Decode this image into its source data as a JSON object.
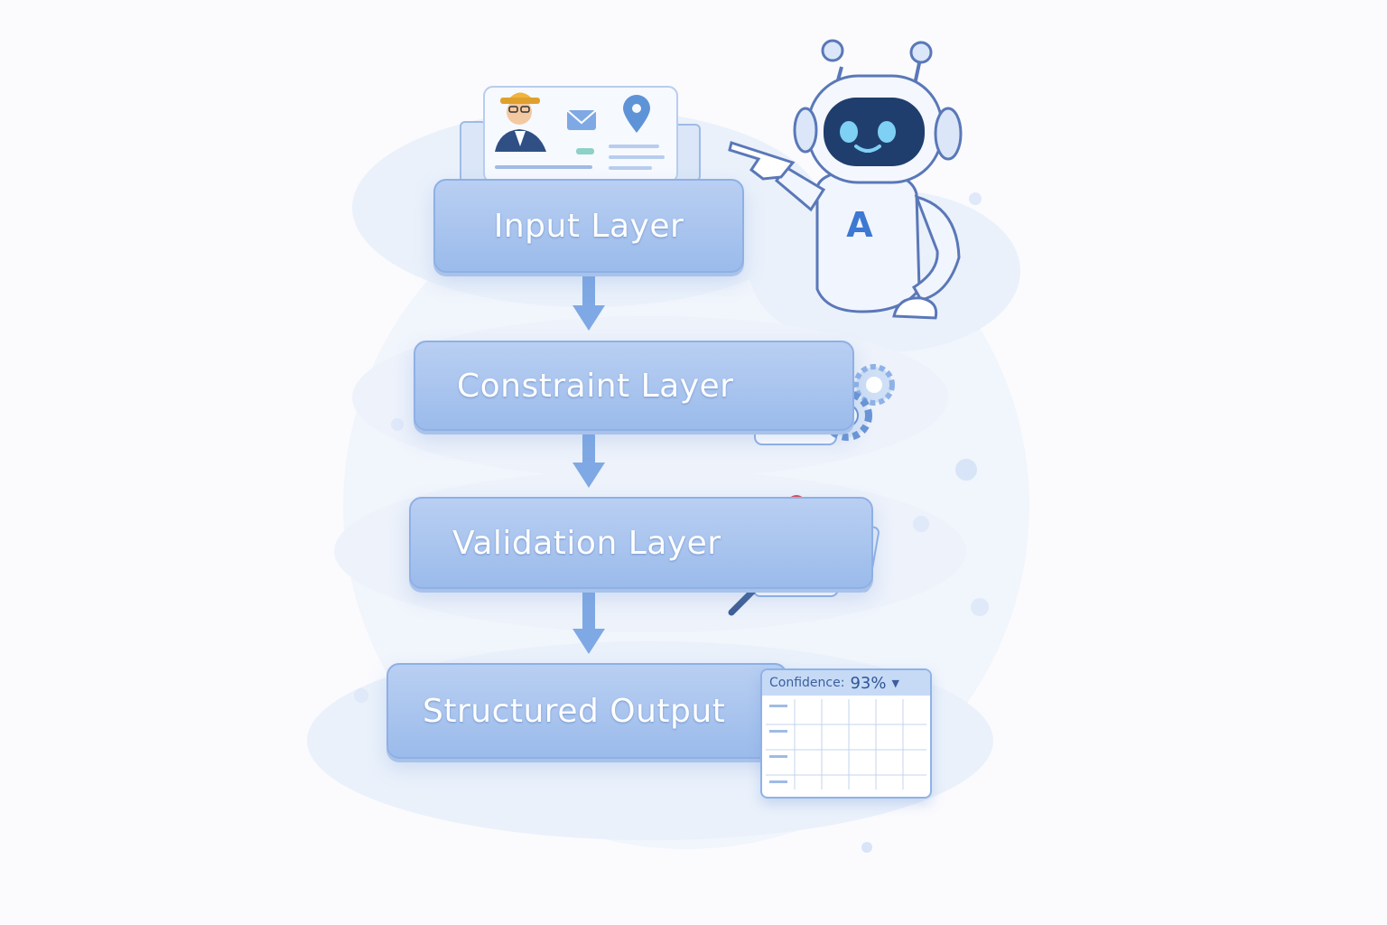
{
  "layers": [
    {
      "label": "Input Layer"
    },
    {
      "label": "Constraint Layer"
    },
    {
      "label": "Validation Layer"
    },
    {
      "label": "Structured Output"
    }
  ],
  "confidence": {
    "label": "Confidence:",
    "value": "93%"
  },
  "robot": {
    "chest_letter": "A"
  },
  "colors": {
    "box_fill": "#a9c4ee",
    "arrow": "#7fa9e4",
    "check": "#4caf50",
    "cross": "#e0484f",
    "helmet": "#f2b33d"
  }
}
